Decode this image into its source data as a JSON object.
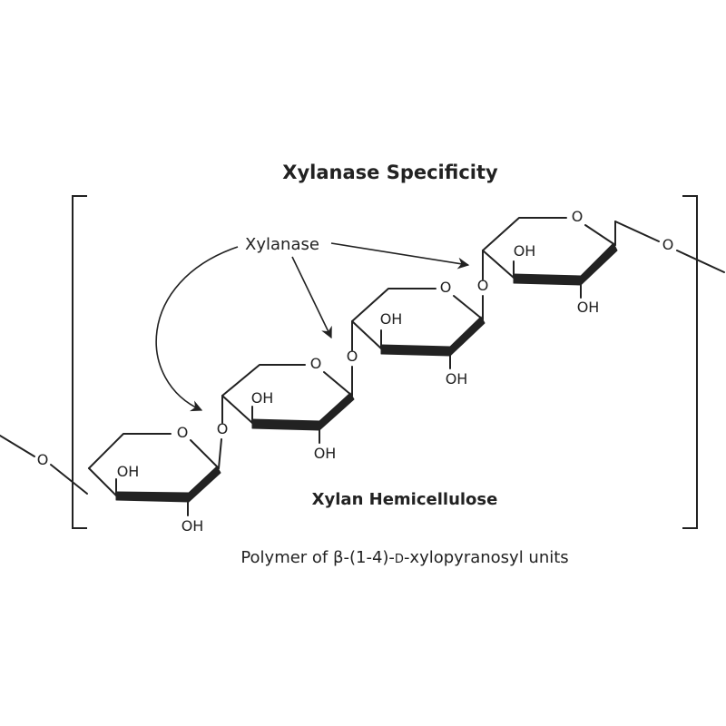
{
  "title": "Xylanase Specificity",
  "enzyme_label": "Xylanase",
  "polymer_label": "Xylan Hemicellulose",
  "caption": {
    "prefix": "Polymer of β-(1-4)-",
    "small_caps": "D",
    "suffix": "-xylopyranosyl units"
  },
  "atoms": {
    "ring_oxygen": "O",
    "linkage_oxygen": "O",
    "hydroxyl": "OH"
  },
  "sugar_units": 4,
  "cleavage_sites": 3
}
